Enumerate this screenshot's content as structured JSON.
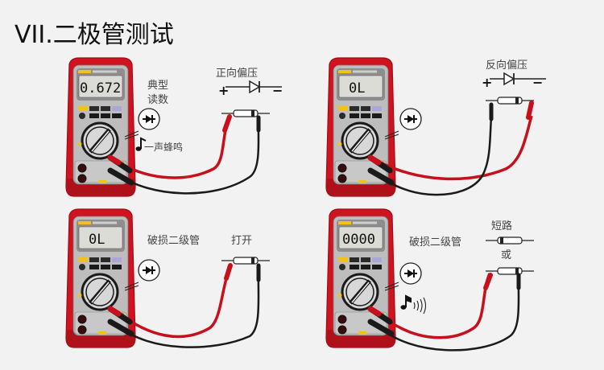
{
  "page_title": "VII.二极管测试",
  "colors": {
    "background": "#f2f2f2",
    "meter_red": "#d0131f",
    "meter_dark_red": "#9c0d15",
    "face_gray": "#b9b9b9",
    "lcd": "#dcdcd6",
    "lead_red": "#c8101c",
    "lead_black": "#1a1a1a",
    "btn_yellow": "#f2c21b",
    "btn_lavender": "#a9a6d8"
  },
  "panels": [
    {
      "id": "forward-bias",
      "display": "0.672",
      "dial_symbol": "diode-icon",
      "caption_lines": [
        "典型",
        "读数"
      ],
      "beep_label": "一声蜂鸣",
      "circuit_label": "正向偏压",
      "plus_sign": "+",
      "minus_sign": "−",
      "connection": "forward"
    },
    {
      "id": "reverse-bias",
      "display": "0L",
      "dial_symbol": "diode-icon",
      "circuit_label": "反向偏压",
      "plus_sign": "+",
      "minus_sign": "−",
      "connection": "reverse"
    },
    {
      "id": "broken-open",
      "display": "0L",
      "dial_symbol": "diode-icon",
      "caption": "破损二级管",
      "circuit_label": "打开",
      "connection": "forward"
    },
    {
      "id": "broken-short",
      "display": "0000",
      "dial_symbol": "diode-icon",
      "caption": "破损二级管",
      "circuit_label": "短路",
      "or_label": "或",
      "beep_icon": "continuous-beep-icon",
      "connection": "forward"
    }
  ]
}
